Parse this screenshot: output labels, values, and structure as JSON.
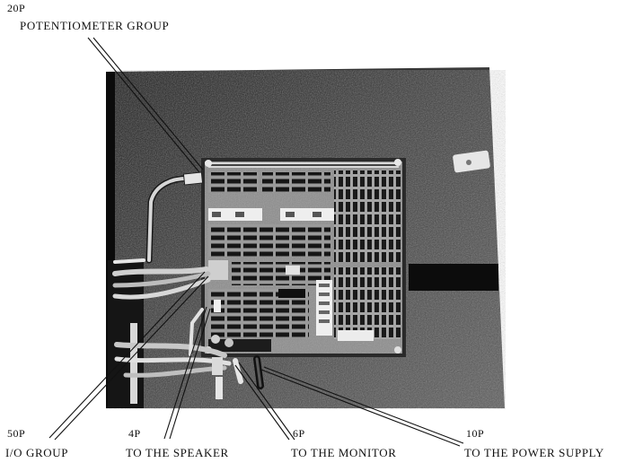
{
  "callouts": {
    "potentiometer": {
      "code": "20P",
      "label": "POTENTIOMETER GROUP"
    },
    "io": {
      "code": "50P",
      "label": "I/O GROUP"
    },
    "speaker": {
      "code": "4P",
      "label": "TO THE SPEAKER"
    },
    "monitor": {
      "code": "6P",
      "label": "TO THE MONITOR"
    },
    "power": {
      "code": "10P",
      "label": "TO THE POWER SUPPLY"
    }
  }
}
